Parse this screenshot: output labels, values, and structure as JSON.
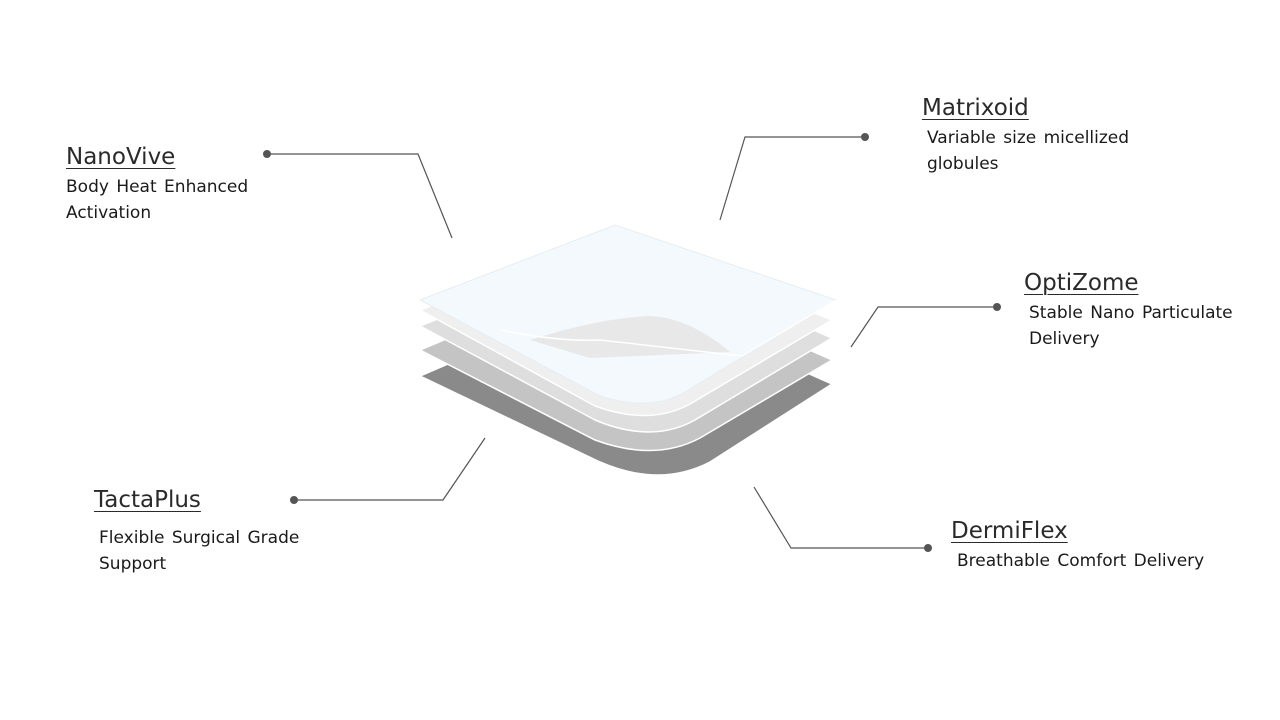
{
  "colors": {
    "line": "#555555",
    "dot": "#555555",
    "layer_top": "#f2f8fb",
    "layer_2": "#f4f4f4",
    "layer_3": "#e3e3e3",
    "layer_4": "#c9c9c9",
    "layer_bottom": "#8a8a8a"
  },
  "callouts": [
    {
      "id": "nanovive",
      "title": "NanoVive",
      "desc": "Body Heat Enhanced Activation"
    },
    {
      "id": "matrixoid",
      "title": "Matrixoid",
      "desc": "Variable size micellized globules"
    },
    {
      "id": "optizome",
      "title": "OptiZome",
      "desc": "Stable Nano Particulate Delivery"
    },
    {
      "id": "tactaplus",
      "title": "TactaPlus",
      "desc": "Flexible Surgical Grade Support"
    },
    {
      "id": "dermiflex",
      "title": "DermiFlex",
      "desc": "Breathable Comfort Delivery"
    }
  ]
}
